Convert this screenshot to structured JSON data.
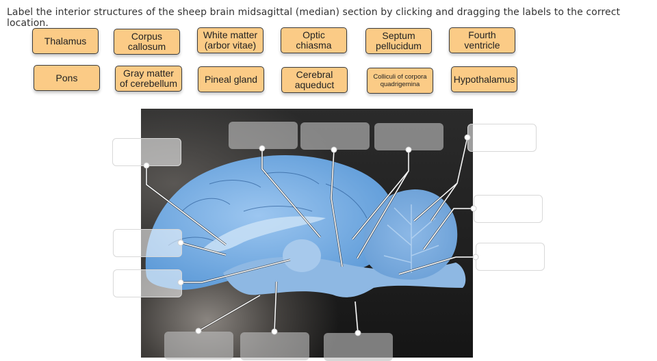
{
  "instruction": "Label the interior structures of the sheep brain midsagittal (median) section by clicking and dragging the labels to the correct location.",
  "labels": [
    {
      "id": "thalamus",
      "text": "Thalamus"
    },
    {
      "id": "corpus-callosum",
      "text": "Corpus\ncallosum"
    },
    {
      "id": "white-matter",
      "text": "White matter\n(arbor vitae)"
    },
    {
      "id": "optic-chiasma",
      "text": "Optic\nchiasma"
    },
    {
      "id": "septum-pellucidum",
      "text": "Septum\npellucidum"
    },
    {
      "id": "fourth-ventricle",
      "text": "Fourth\nventricle"
    },
    {
      "id": "pons",
      "text": "Pons"
    },
    {
      "id": "gray-matter",
      "text": "Gray matter\nof cerebellum"
    },
    {
      "id": "pineal-gland",
      "text": "Pineal gland"
    },
    {
      "id": "cerebral-aqueduct",
      "text": "Cerebral\naqueduct"
    },
    {
      "id": "colliculi",
      "text": "Colliculi of corpora\nquadrigemina"
    },
    {
      "id": "hypothalamus",
      "text": "Hypothalamus"
    }
  ],
  "drop_targets": {
    "count": 12,
    "filled": 0
  },
  "colors": {
    "label_fill": "#fbcb86",
    "label_border": "#3a3a3a",
    "brain": "#7fb8ee",
    "leader_line": "#ffffff"
  }
}
